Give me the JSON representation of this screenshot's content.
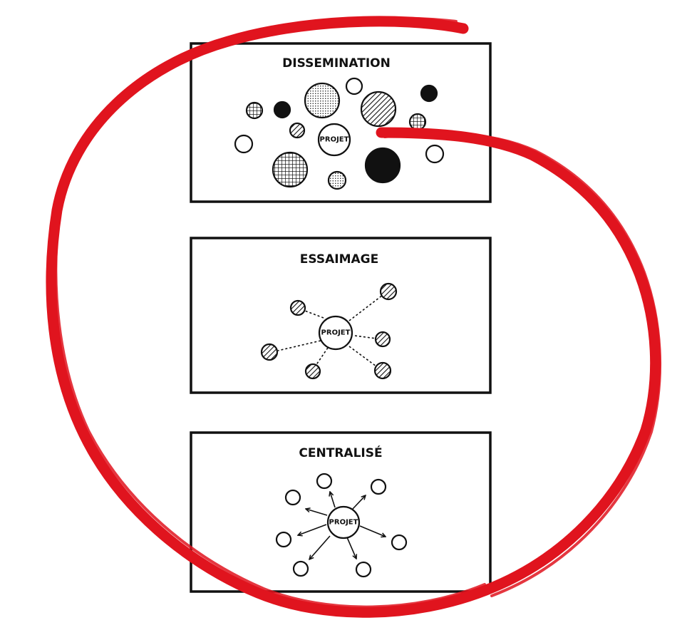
{
  "colors": {
    "ink": "#111111",
    "accent_red": "#e0141e",
    "background": "#ffffff"
  },
  "panels": [
    {
      "id": "dissemination",
      "title": "DISSEMINATION",
      "center_label": "PROJET"
    },
    {
      "id": "essaimage",
      "title": "ESSAIMAGE",
      "center_label": "PROJET"
    },
    {
      "id": "centralise",
      "title": "CENTRALISÉ",
      "center_label": "PROJET"
    }
  ],
  "highlight": {
    "shape": "hand-drawn red loop",
    "encircles": "DISSEMINATION"
  }
}
